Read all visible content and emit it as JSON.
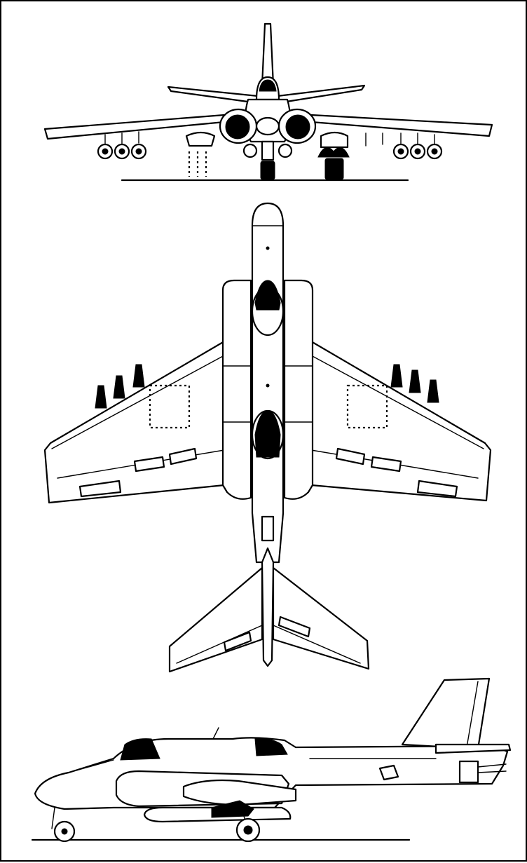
{
  "drawing": {
    "kind": "three-view line drawing",
    "views": [
      "front-view",
      "top-view",
      "side-view"
    ],
    "line_color": "#000000",
    "background_color": "#ffffff"
  }
}
